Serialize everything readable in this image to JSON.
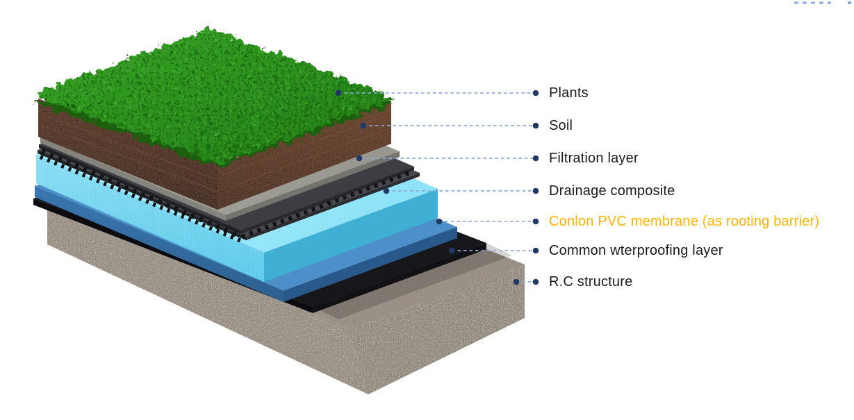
{
  "diagram": {
    "type": "layered-isometric-green-roof-section",
    "labels": [
      {
        "id": "plants",
        "text": "Plants",
        "highlighted": false
      },
      {
        "id": "soil",
        "text": "Soil",
        "highlighted": false
      },
      {
        "id": "filtration",
        "text": "Filtration layer",
        "highlighted": false
      },
      {
        "id": "drainage",
        "text": "Drainage composite",
        "highlighted": false
      },
      {
        "id": "membrane",
        "text": "Conlon PVC membrane (as rooting barrier)",
        "highlighted": true
      },
      {
        "id": "waterproofing",
        "text": "Common wterproofing layer",
        "highlighted": false
      },
      {
        "id": "structure",
        "text": "R.C structure",
        "highlighted": false
      }
    ],
    "colors": {
      "label_text": "#1A1A1A",
      "highlight_text": "#FFB400",
      "leader_dot": "#1F3864",
      "leader_dash": "#8EA9DB",
      "grass": "#2E8F1E",
      "soil": "#46200E",
      "filtration": "#A9A8A3",
      "drainage": "#3D3D43",
      "membrane": "#8FE4F7",
      "waterproofing_sheet": "#4D90C9",
      "waterproofing_black": "#17171B",
      "concrete": "#978D83"
    }
  }
}
